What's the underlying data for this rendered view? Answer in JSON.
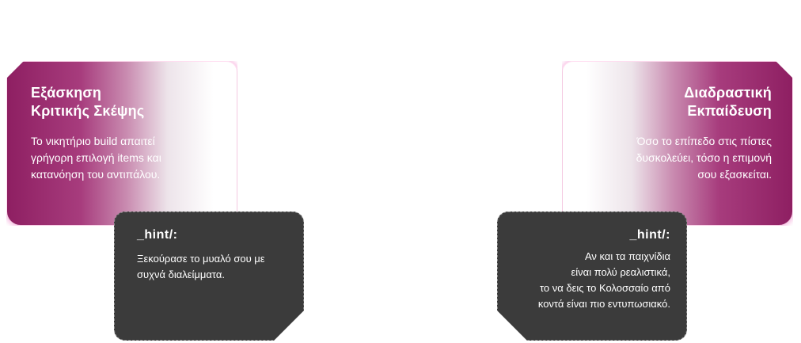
{
  "cards": {
    "left": {
      "title_lines": [
        "Εξάσκηση",
        "Κριτικής Σκέψης"
      ],
      "text_lines": [
        "Το νικητήριο build απαιτεί",
        "γρήγορη επιλογή items και",
        "κατανόηση του αντιπάλου."
      ]
    },
    "right": {
      "title_lines": [
        "Διαδραστική",
        "Εκπαίδευση"
      ],
      "text_lines": [
        "Όσο το επίπεδο στις πίστες",
        "δυσκολεύει, τόσο η επιμονή",
        "σου εξασκείται."
      ]
    }
  },
  "hints": {
    "left": {
      "title": "_hint/:",
      "text_lines": [
        "Ξεκούρασε το μυαλό σου με",
        "συχνά διαλείμματα."
      ]
    },
    "right": {
      "title": "_hint/:",
      "text_lines": [
        "Αν και τα παιχνίδια",
        "είναι πολύ ρεαλιστικά,",
        "το να δεις το Κολοσσαίο από",
        "κοντά είναι πιο εντυπωσιακό."
      ]
    }
  },
  "colors": {
    "card_accent": "#8e1f62",
    "hint_background": "#3b3b3b",
    "card_glow": "#f28ccd"
  }
}
